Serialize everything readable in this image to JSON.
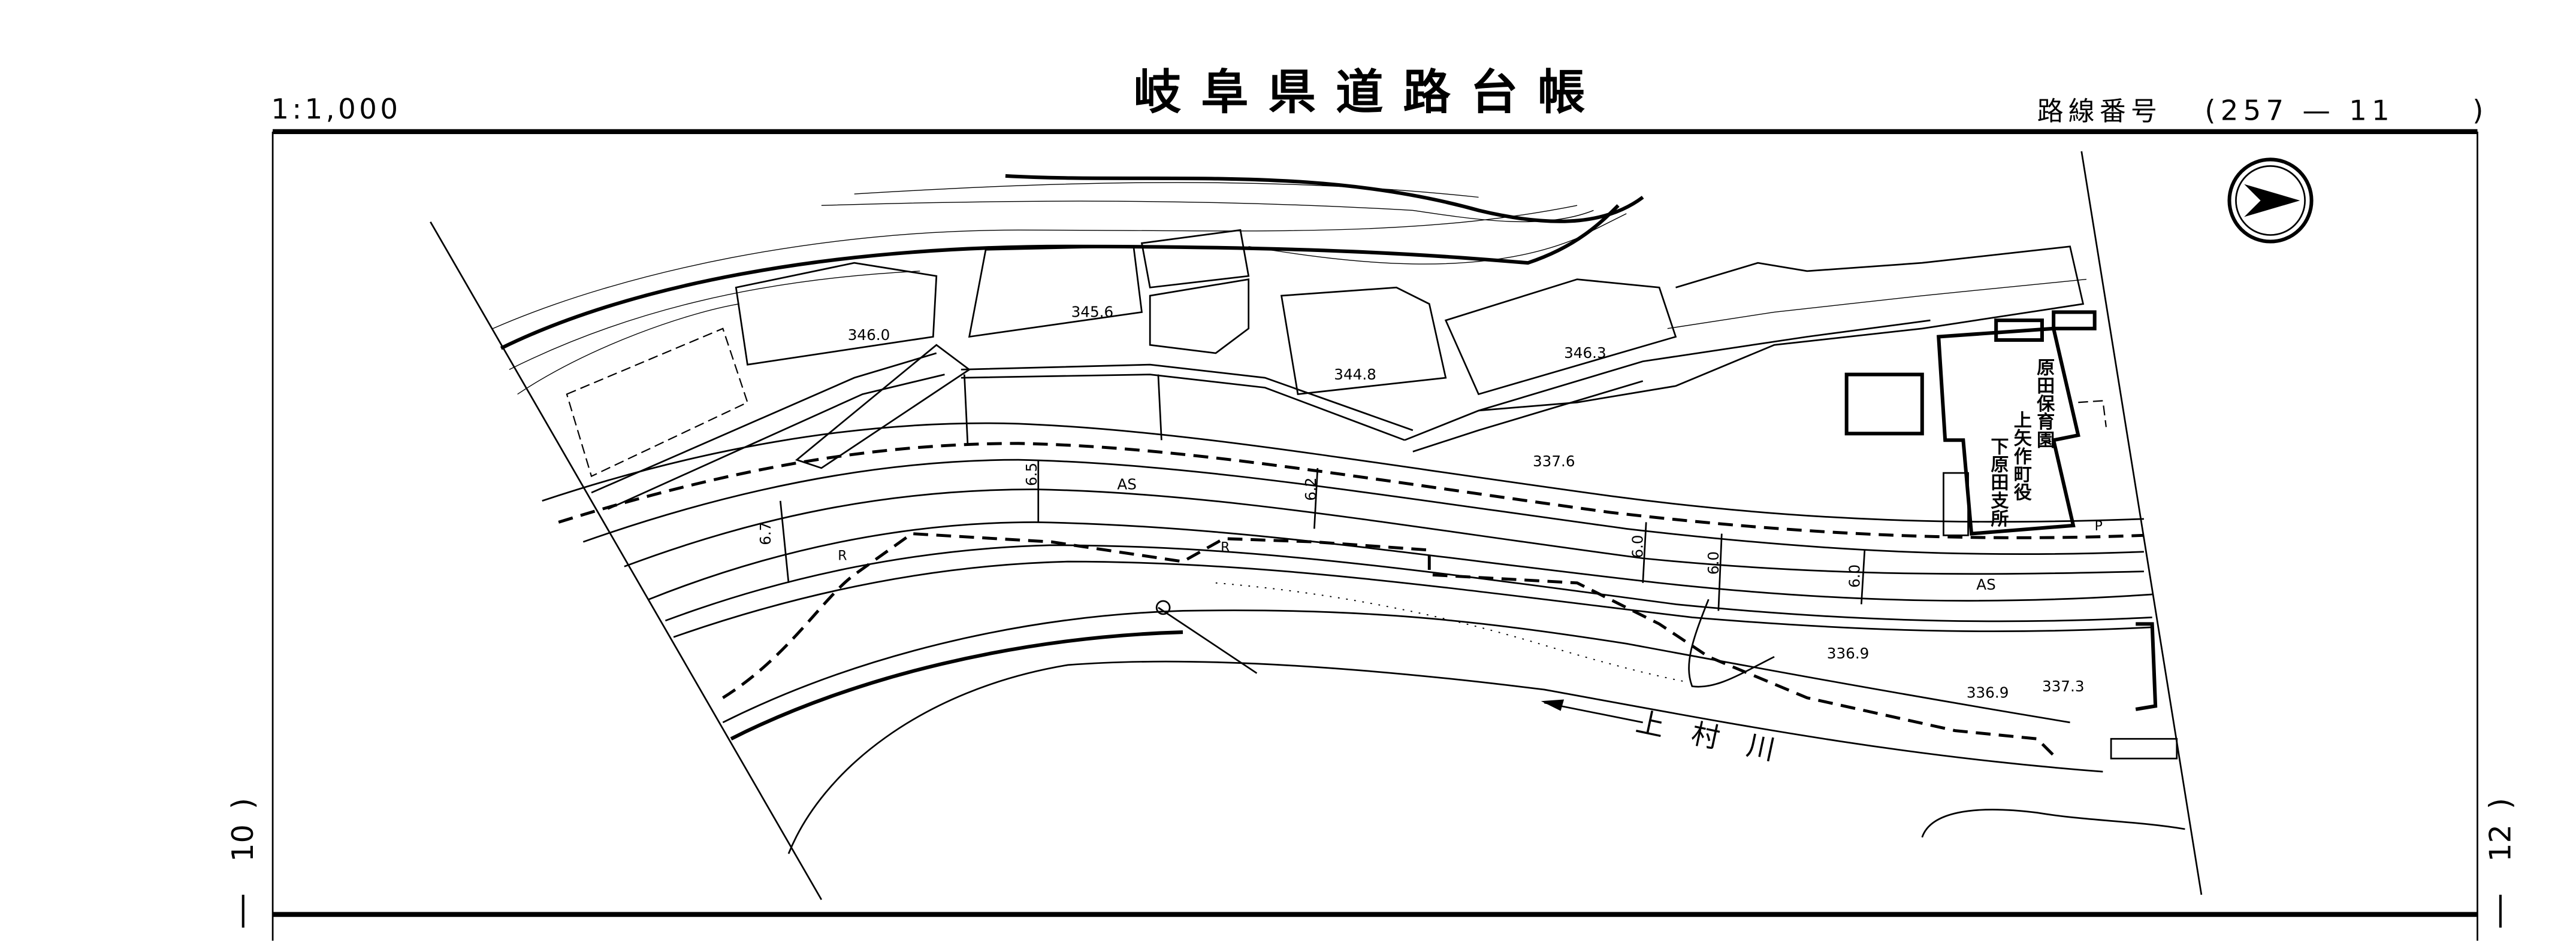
{
  "header": {
    "scale": "1:1,000",
    "title": "岐阜県道路台帳",
    "route_label": "路線番号",
    "route_number": "(257 — 11",
    "route_close": ")"
  },
  "sheet_links": {
    "left": "10",
    "right": "12"
  },
  "map": {
    "elevations": [
      "346.0",
      "345.6",
      "344.8",
      "346.3",
      "337.6",
      "336.9",
      "336.9",
      "337.3"
    ],
    "pavement": [
      "AS",
      "AS"
    ],
    "widths": [
      "6.5",
      "6.2",
      "6.7",
      "6.0",
      "6.0",
      "6.0"
    ],
    "markers": [
      "R",
      "R",
      "P"
    ],
    "river_name": "上 村 川",
    "buildings": {
      "nursery": "原田保育園",
      "town_office": "上矢作町役",
      "branch": "下原田支所"
    }
  }
}
